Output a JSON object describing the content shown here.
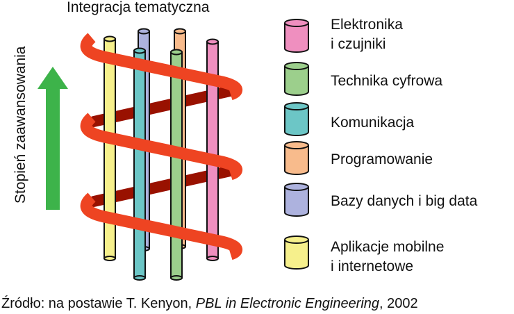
{
  "title": "Integracja tematyczna",
  "axis_label": "Stopień zaawansowania",
  "legend": [
    {
      "line1": "Elektronika",
      "line2": "i czujniki",
      "color": "#ef8fbf"
    },
    {
      "line1": "Technika cyfrowa",
      "line2": "",
      "color": "#9ccf8c"
    },
    {
      "line1": "Komunikacja",
      "line2": "",
      "color": "#6cc6c6"
    },
    {
      "line1": "Programowanie",
      "line2": "",
      "color": "#f8bb8c"
    },
    {
      "line1": "Bazy danych i big data",
      "line2": "",
      "color": "#adb2de"
    },
    {
      "line1": "Aplikacje mobilne",
      "line2": "i internetowe",
      "color": "#f6f08c"
    }
  ],
  "source": {
    "prefix": "Źródło: na postawie T. Kenyon, ",
    "work": "PBL in Electronic Engineering",
    "suffix": ", 2002"
  },
  "colors": {
    "arrow": "#3db34a",
    "helix_front": "#ee4422",
    "helix_back": "#991100"
  }
}
